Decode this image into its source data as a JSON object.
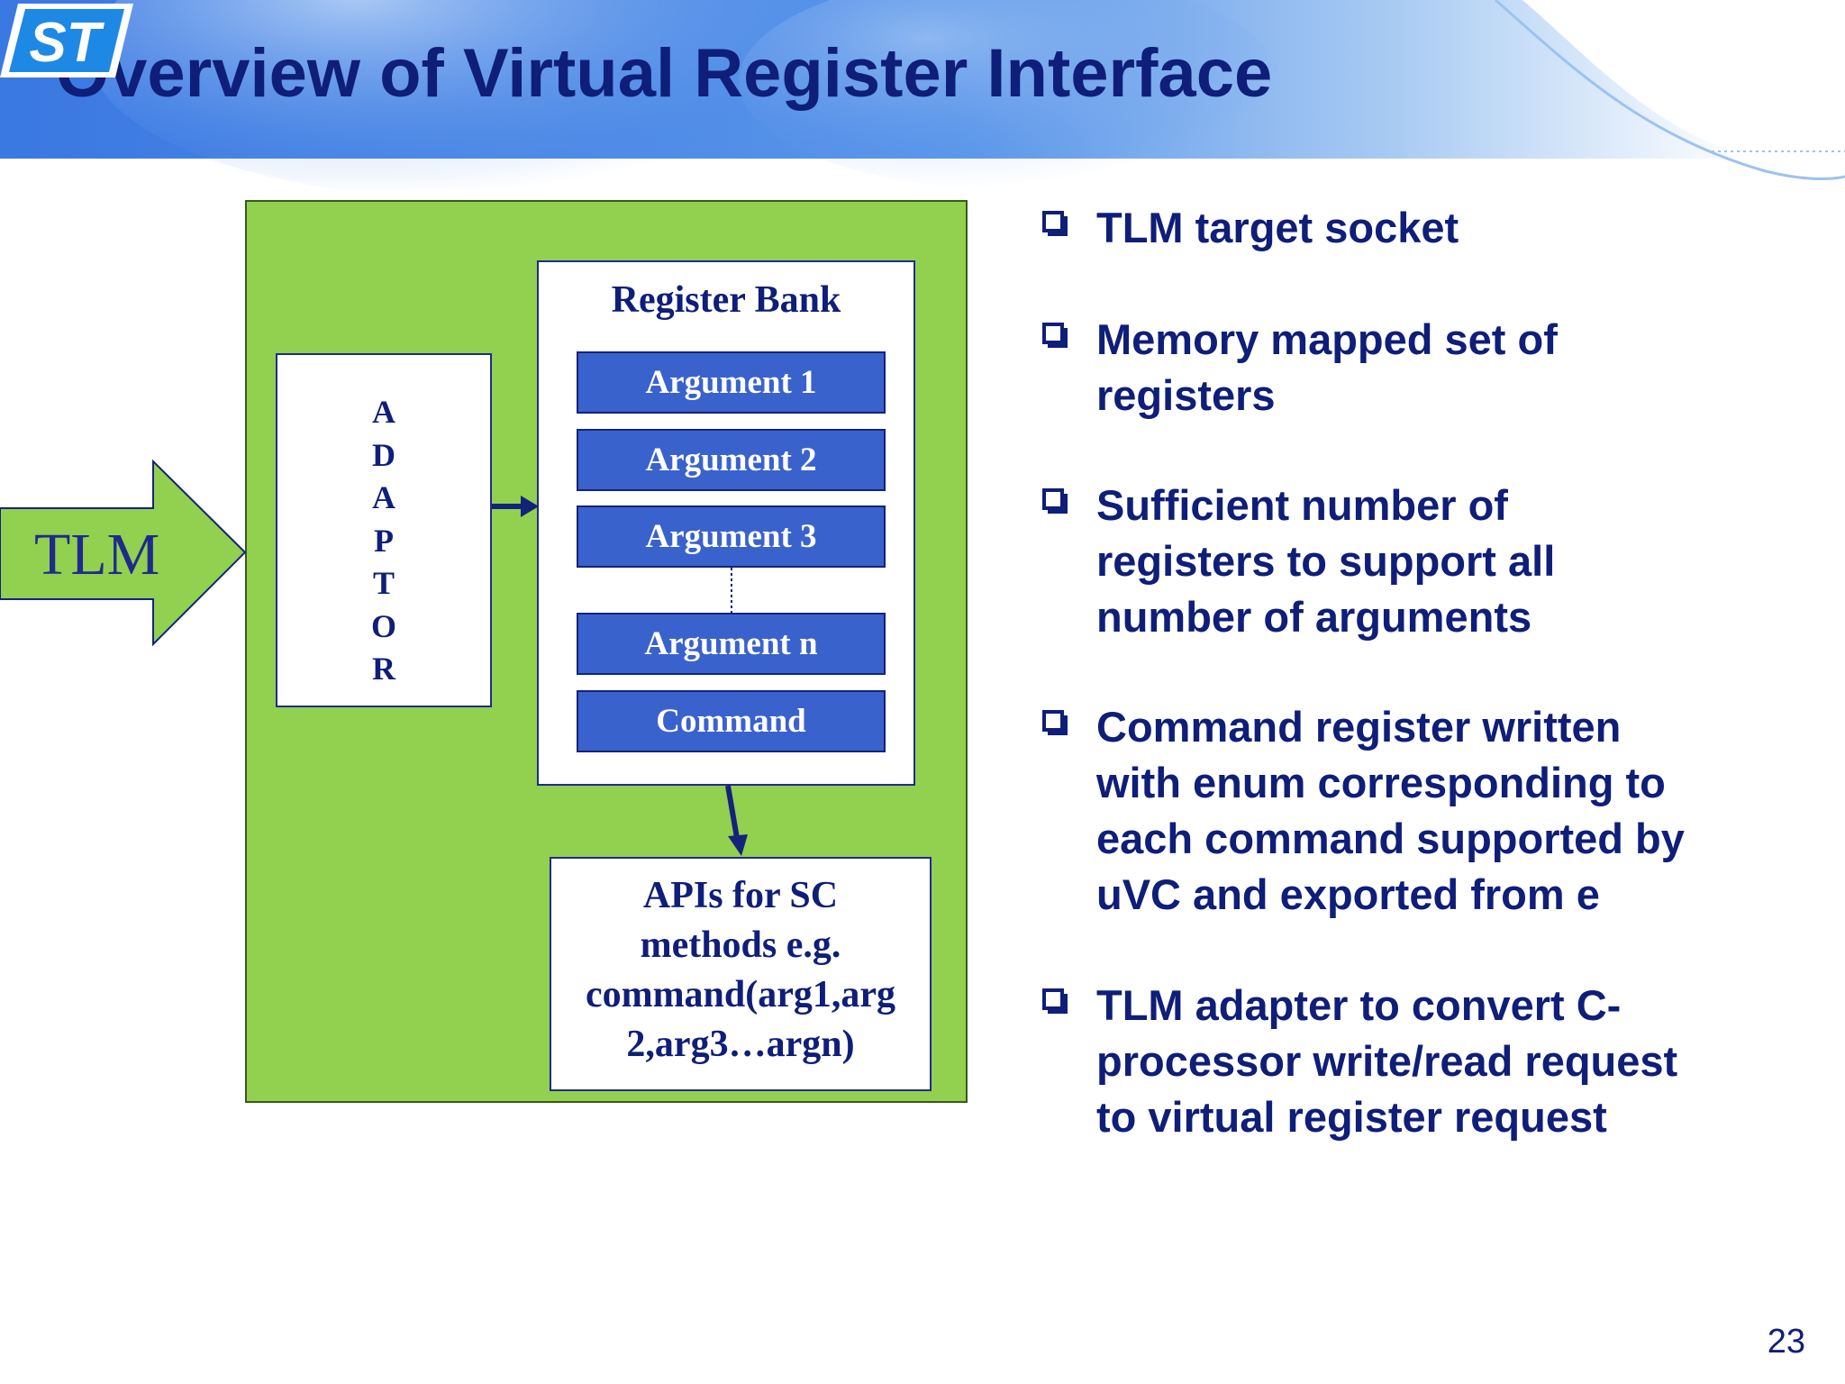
{
  "slide": {
    "title": "Overview of Virtual Register Interface",
    "page_number": "23"
  },
  "logo": {
    "icon": "st-logo",
    "text": "ST"
  },
  "diagram": {
    "input_arrow_label": "TLM",
    "adaptor_letters": [
      "A",
      "D",
      "A",
      "P",
      "T",
      "O",
      "R"
    ],
    "register_bank": {
      "title": "Register Bank",
      "registers": [
        "Argument 1",
        "Argument 2",
        "Argument 3",
        "Argument n",
        "Command"
      ]
    },
    "api_box_lines": [
      "APIs for SC",
      "methods e.g.",
      "command(arg1,arg",
      "2,arg3…argn)"
    ]
  },
  "bullets": [
    {
      "lines": [
        "TLM target socket"
      ]
    },
    {
      "lines": [
        "Memory mapped set of",
        "registers"
      ]
    },
    {
      "lines": [
        "Sufficient number of",
        "registers to support all",
        "number of arguments"
      ]
    },
    {
      "lines": [
        "Command register written",
        "with enum corresponding to",
        "each command supported by",
        "uVC and exported from e"
      ]
    },
    {
      "lines": [
        "TLM adapter to convert C-",
        "processor write/read request",
        "to  virtual register request"
      ]
    }
  ],
  "colors": {
    "title": "#0f1e78",
    "header_blue": "#3f7fe0",
    "green_box": "#92d050",
    "register_fill": "#3a62cc",
    "arrow_dark_blue": "#14237a"
  }
}
